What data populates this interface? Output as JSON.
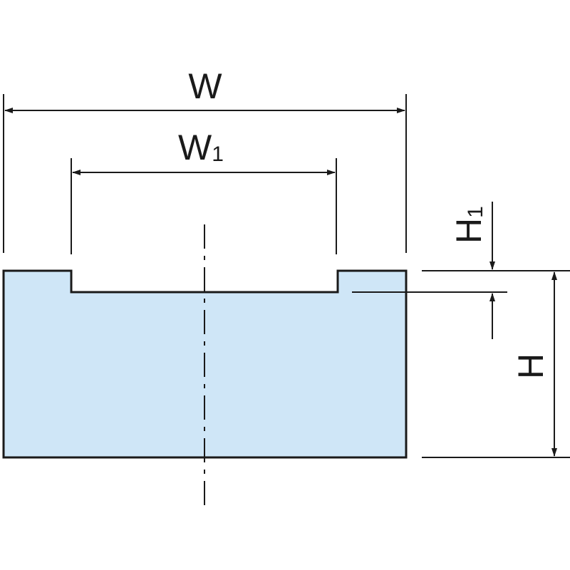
{
  "labels": {
    "overall_width": "W",
    "slot_width_letter": "W",
    "slot_width_subscript": "1",
    "slot_depth_letter": "H",
    "slot_depth_subscript": "1",
    "overall_height": "H"
  },
  "colors": {
    "body_fill": "#cfe6f7",
    "line": "#1a1a1a"
  }
}
